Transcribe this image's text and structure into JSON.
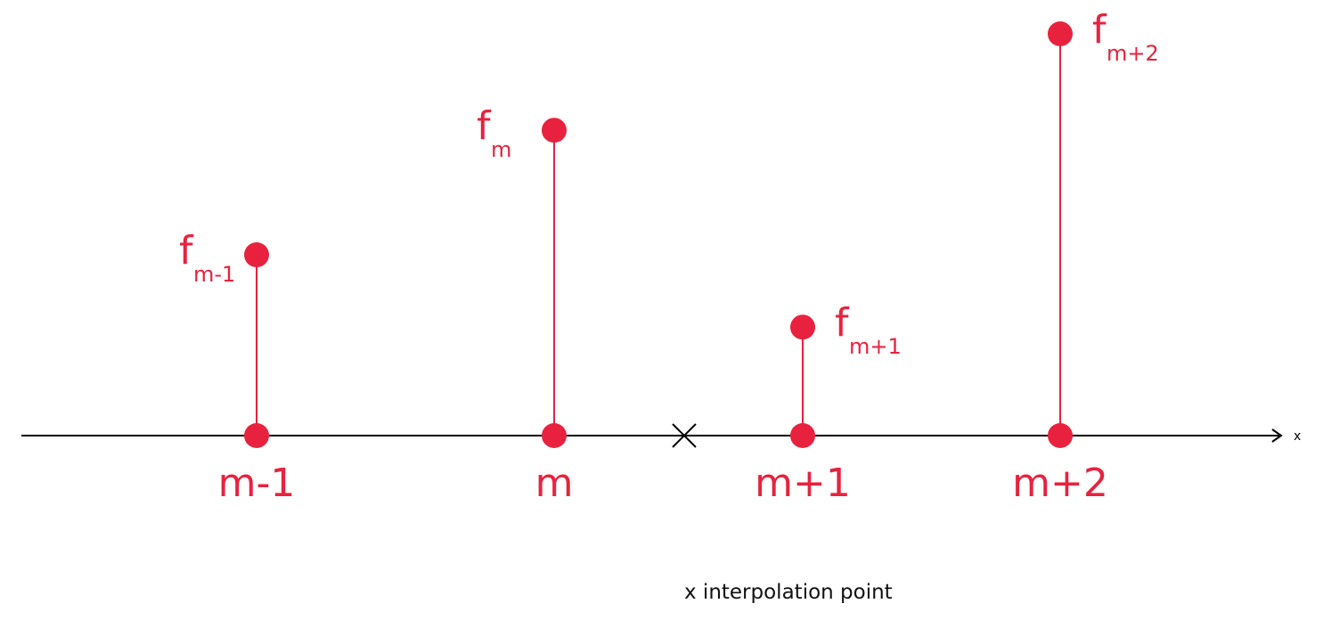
{
  "colors": {
    "accent": "#e8223e",
    "axis": "#000000"
  },
  "axis": {
    "label": "x"
  },
  "samples": [
    {
      "tick": "m-1",
      "f": "f",
      "sub": "m-1",
      "value": 0.45,
      "label_side": "left"
    },
    {
      "tick": "m",
      "f": "f",
      "sub": "m",
      "value": 0.76,
      "label_side": "left"
    },
    {
      "tick": "m+1",
      "f": "f",
      "sub": "m+1",
      "value": 0.27,
      "label_side": "right"
    },
    {
      "tick": "m+2",
      "f": "f",
      "sub": "m+2",
      "value": 1.0,
      "label_side": "right"
    }
  ],
  "interpolation_marker": {
    "legend": "x interpolation point"
  }
}
